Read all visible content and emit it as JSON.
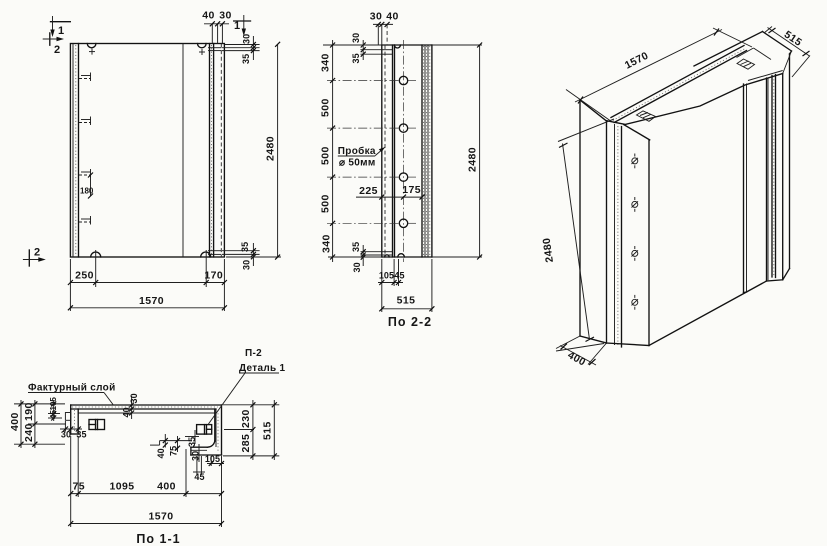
{
  "page": {
    "background": "#fbfbf8",
    "ink": "#1e1e1e"
  },
  "views": {
    "front": {
      "name": "front elevation",
      "cut_marks": {
        "top_left": "1",
        "top_right": "1",
        "left_top": "2",
        "left_bottom": "2"
      },
      "dims": {
        "top_40": "40",
        "top_30": "30",
        "right_top_30": "30",
        "right_top_35": "35",
        "height": "2480",
        "right_bottom_35": "35",
        "right_bottom_30": "30",
        "hook_gap": "180",
        "bottom_250": "250",
        "bottom_170": "170",
        "width": "1570"
      }
    },
    "section_2_2": {
      "title": "По 2-2",
      "plug_note_line1": "Пробка",
      "plug_note_line2": "⌀ 50мм",
      "dims": {
        "top_30": "30",
        "top_40": "40",
        "left_mini_30": "30",
        "left_mini_35": "35",
        "chain_0": "340",
        "chain_1": "500",
        "chain_2": "500",
        "chain_3": "500",
        "chain_4": "340",
        "height": "2480",
        "mid_225": "225",
        "mid_175": "175",
        "bottom_mini_35": "35",
        "bottom_mini_30": "30",
        "bottom_105": "105",
        "bottom_45": "45",
        "width": "515"
      }
    },
    "isometric": {
      "name": "axonometric view",
      "dims": {
        "width": "1570",
        "depth": "515",
        "height": "2480",
        "side": "400"
      }
    },
    "section_1_1": {
      "title": "По 1-1",
      "note_facade": "Фактурный слой",
      "note_detail_line1": "П-2",
      "note_detail_line2": "Деталь 1",
      "dims": {
        "left_400": "400",
        "left_190": "190",
        "left_240": "240",
        "left_105": "105",
        "left_45": "45",
        "tab_30": "30",
        "tab_35": "35",
        "web_40": "40",
        "web_30": "30",
        "step_40": "40",
        "step_75": "75",
        "step_30": "30",
        "step_35": "35",
        "foot_105": "105",
        "foot_45": "45",
        "right_230": "230",
        "right_285": "285",
        "right_515": "515",
        "bottom_75": "75",
        "bottom_1095": "1095",
        "bottom_400": "400",
        "width": "1570"
      }
    }
  }
}
